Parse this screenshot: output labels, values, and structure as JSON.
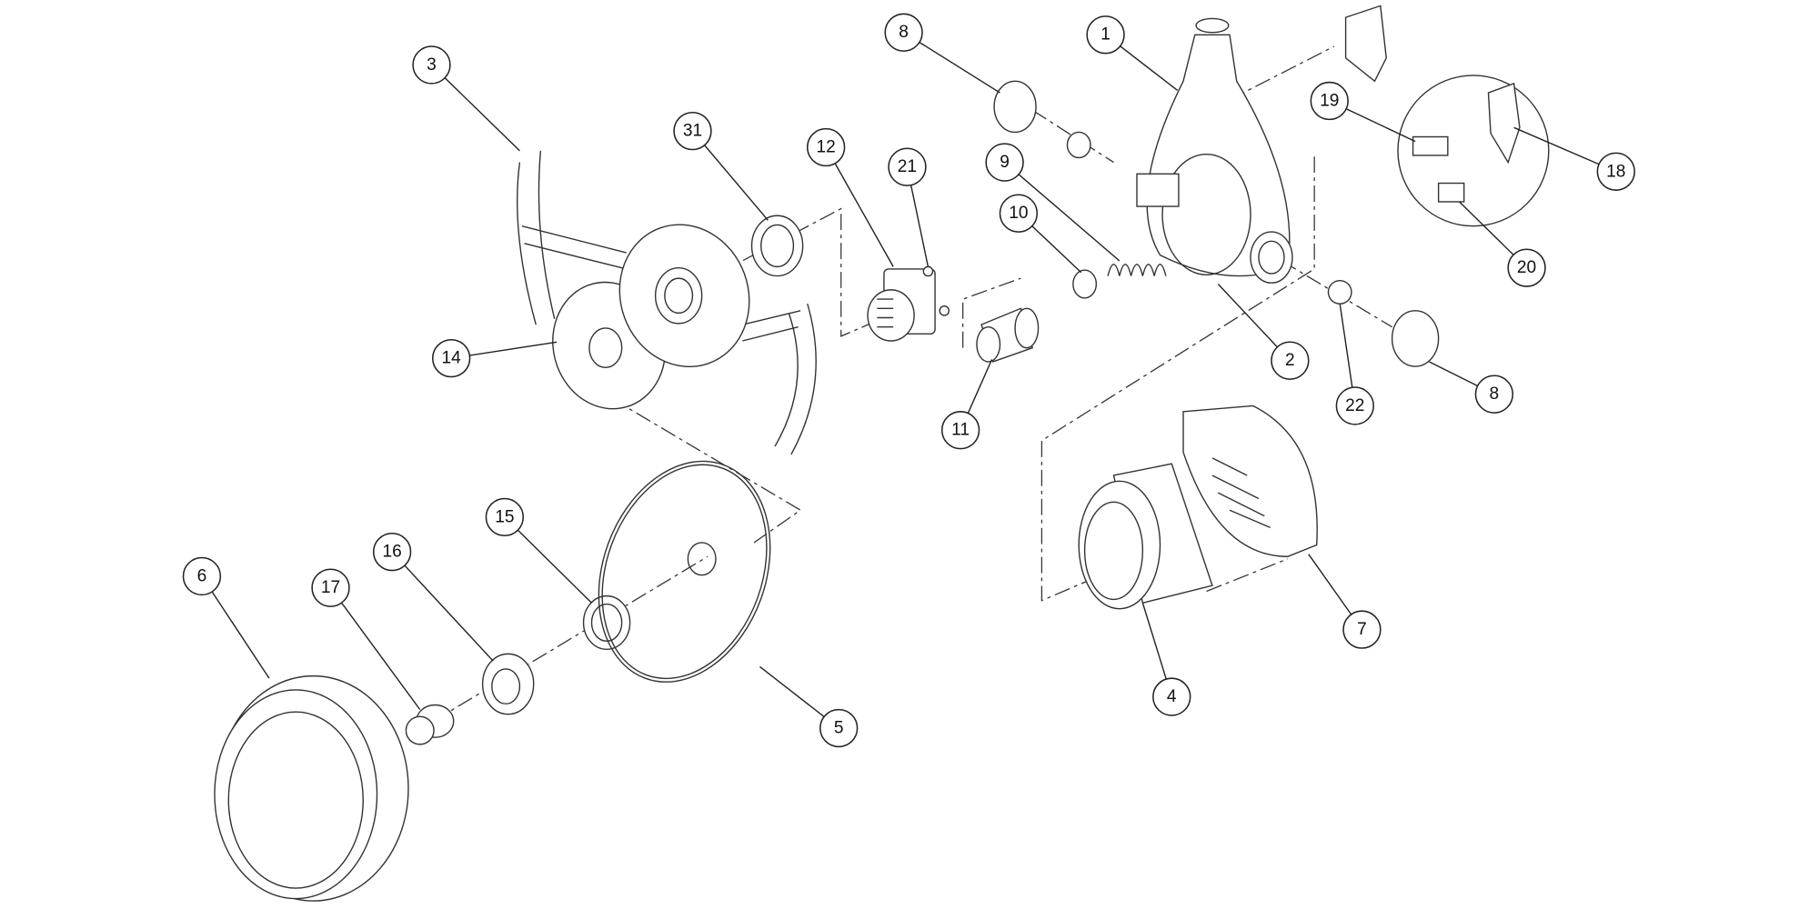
{
  "diagram": {
    "type": "exploded-parts-diagram",
    "callouts": [
      {
        "label": "8"
      },
      {
        "label": "1"
      },
      {
        "label": "3"
      },
      {
        "label": "31"
      },
      {
        "label": "12"
      },
      {
        "label": "21"
      },
      {
        "label": "9"
      },
      {
        "label": "19"
      },
      {
        "label": "18"
      },
      {
        "label": "10"
      },
      {
        "label": "14"
      },
      {
        "label": "2"
      },
      {
        "label": "22"
      },
      {
        "label": "8"
      },
      {
        "label": "20"
      },
      {
        "label": "11"
      },
      {
        "label": "15"
      },
      {
        "label": "6"
      },
      {
        "label": "16"
      },
      {
        "label": "17"
      },
      {
        "label": "7"
      },
      {
        "label": "4"
      },
      {
        "label": "5"
      }
    ]
  }
}
